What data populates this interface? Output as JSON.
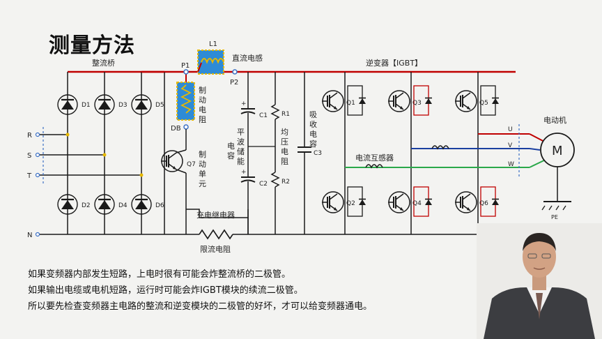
{
  "title": "测量方法",
  "labels": {
    "rectifier": "整流桥",
    "p1": "P1",
    "p2": "P2",
    "l1": "L1",
    "dc_reactor": "直流电感",
    "db": "DB",
    "brake_res": [
      "制",
      "动",
      "电",
      "阻"
    ],
    "brake_unit": [
      "制",
      "动",
      "单",
      "元"
    ],
    "q7": "Q7",
    "d1": "D1",
    "d2": "D2",
    "d3": "D3",
    "d4": "D4",
    "d5": "D5",
    "d6": "D6",
    "r": "R",
    "s": "S",
    "t": "T",
    "n": "N",
    "c1": "C1",
    "c2": "C2",
    "r1": "R1",
    "r2": "R2",
    "c3": "C3",
    "smooth_cap": [
      "平",
      "波",
      "储",
      "能"
    ],
    "cap_word": [
      "电",
      "容"
    ],
    "balance_res": [
      "均",
      "压",
      "电",
      "阻"
    ],
    "snubber_cap": [
      "吸",
      "收",
      "电",
      "容"
    ],
    "inverter": "逆变器【IGBT】",
    "q1": "Q1",
    "q2": "Q2",
    "q3": "Q3",
    "q4": "Q4",
    "q5": "Q5",
    "q6": "Q6",
    "ct": "电流互感器",
    "u": "U",
    "v": "V",
    "w": "W",
    "motor": "电动机",
    "motor_m": "M",
    "pe": "PE",
    "charge_relay": "充电继电器",
    "limit_res": "限流电阻"
  },
  "notes": [
    "如果变频器内部发生短路，上电时很有可能会炸整流桥的二极管。",
    "如果输出电缆或电机短路，运行时可能会炸IGBT模块的续流二极管。",
    "所以要先检查变频器主电路的整流和逆变模块的二极管的好坏，才可以给变频器通电。"
  ],
  "colors": {
    "bus_red": "#c00000",
    "wire": "#1a1a1a",
    "component_fill": "#2e8bd6",
    "component_border": "#e6b800",
    "v_line": "#1a3fa0",
    "w_line": "#2aa84a",
    "terminal": "#3a6fc4"
  },
  "icons": [
    "motor-icon",
    "ground-icon",
    "inductor-icon",
    "igbt-icon",
    "diode-icon",
    "capacitor-icon",
    "resistor-icon"
  ]
}
